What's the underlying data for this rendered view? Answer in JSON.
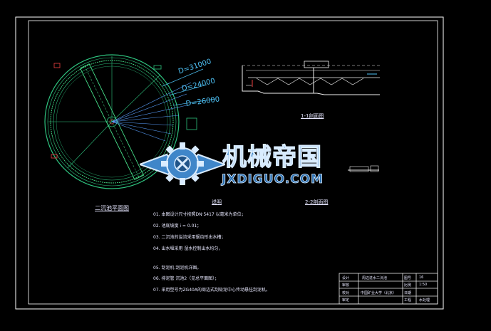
{
  "drawing": {
    "plan_title": "二沉池平面图",
    "section_1_title": "1-1剖面图",
    "section_2_title": "2-2剖面图",
    "notes_title": "说明",
    "dimensions": [
      "D=31000",
      "D=24000",
      "D=26000"
    ],
    "notes": [
      "01. 本图设计尺寸按照DN·5417            以毫米为单位；",
      "02. 池底坡度          i = 0.01；",
      "03. 二沉池的溢流采用锯齿形出水槽；",
      "04. 出水堰采用             湿水控制出水均匀，",
      "05. 刮泥机                                   刮泥机详图。",
      "06. 排泥管           沉池2（见总平面图）；",
      "07. 采用型号为ZG40A的周边式刮吸泥中心传动悬挂刮泥机。"
    ]
  },
  "watermark": {
    "brand": "机械帝国",
    "url": "JXDIGUO.COM"
  },
  "title_block": {
    "rows": [
      [
        "设计",
        "周边进水二沉池",
        "图号",
        "16"
      ],
      [
        "审核",
        "",
        "比例",
        "1:50"
      ],
      [
        "校对",
        "中国矿业大学（北京）",
        "日期",
        ""
      ],
      [
        "审定",
        "",
        "工程",
        "水处理"
      ]
    ]
  },
  "colors": {
    "background": "#000000",
    "frame": "#ffffff",
    "plan": "#2ec27e",
    "plan_bright": "#47e08a",
    "section": "#f0f0f0",
    "dimension": "#4fc3f7",
    "leader": "#5aa0ff",
    "text": "#e6e6ff",
    "annotation": "#f04040",
    "watermark_fill": "#3f86c9",
    "watermark_edge": "#d9ecff"
  }
}
